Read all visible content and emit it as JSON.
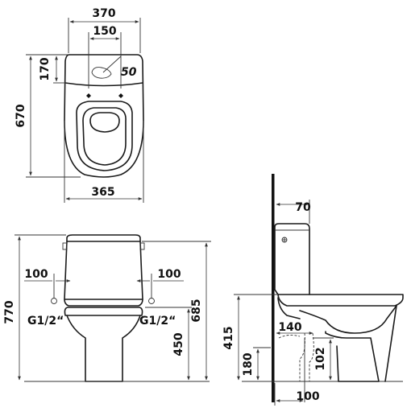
{
  "top_view": {
    "width_top": "370",
    "width_tank_inner": "150",
    "tank_depth": "170",
    "angle": "50",
    "total_length": "670",
    "width_bottom": "365"
  },
  "front_view": {
    "left_offset": "100",
    "right_offset": "100",
    "total_height": "770",
    "inlet_left": "G1/2“",
    "inlet_right": "G1/2“",
    "seat_height": "450",
    "tank_lid_height": "685"
  },
  "side_view": {
    "wall_gap": "70",
    "outlet_height": "415",
    "outlet_length": "140",
    "floor_height": "180",
    "outlet_diameter": "102",
    "floor_offset": "100"
  }
}
